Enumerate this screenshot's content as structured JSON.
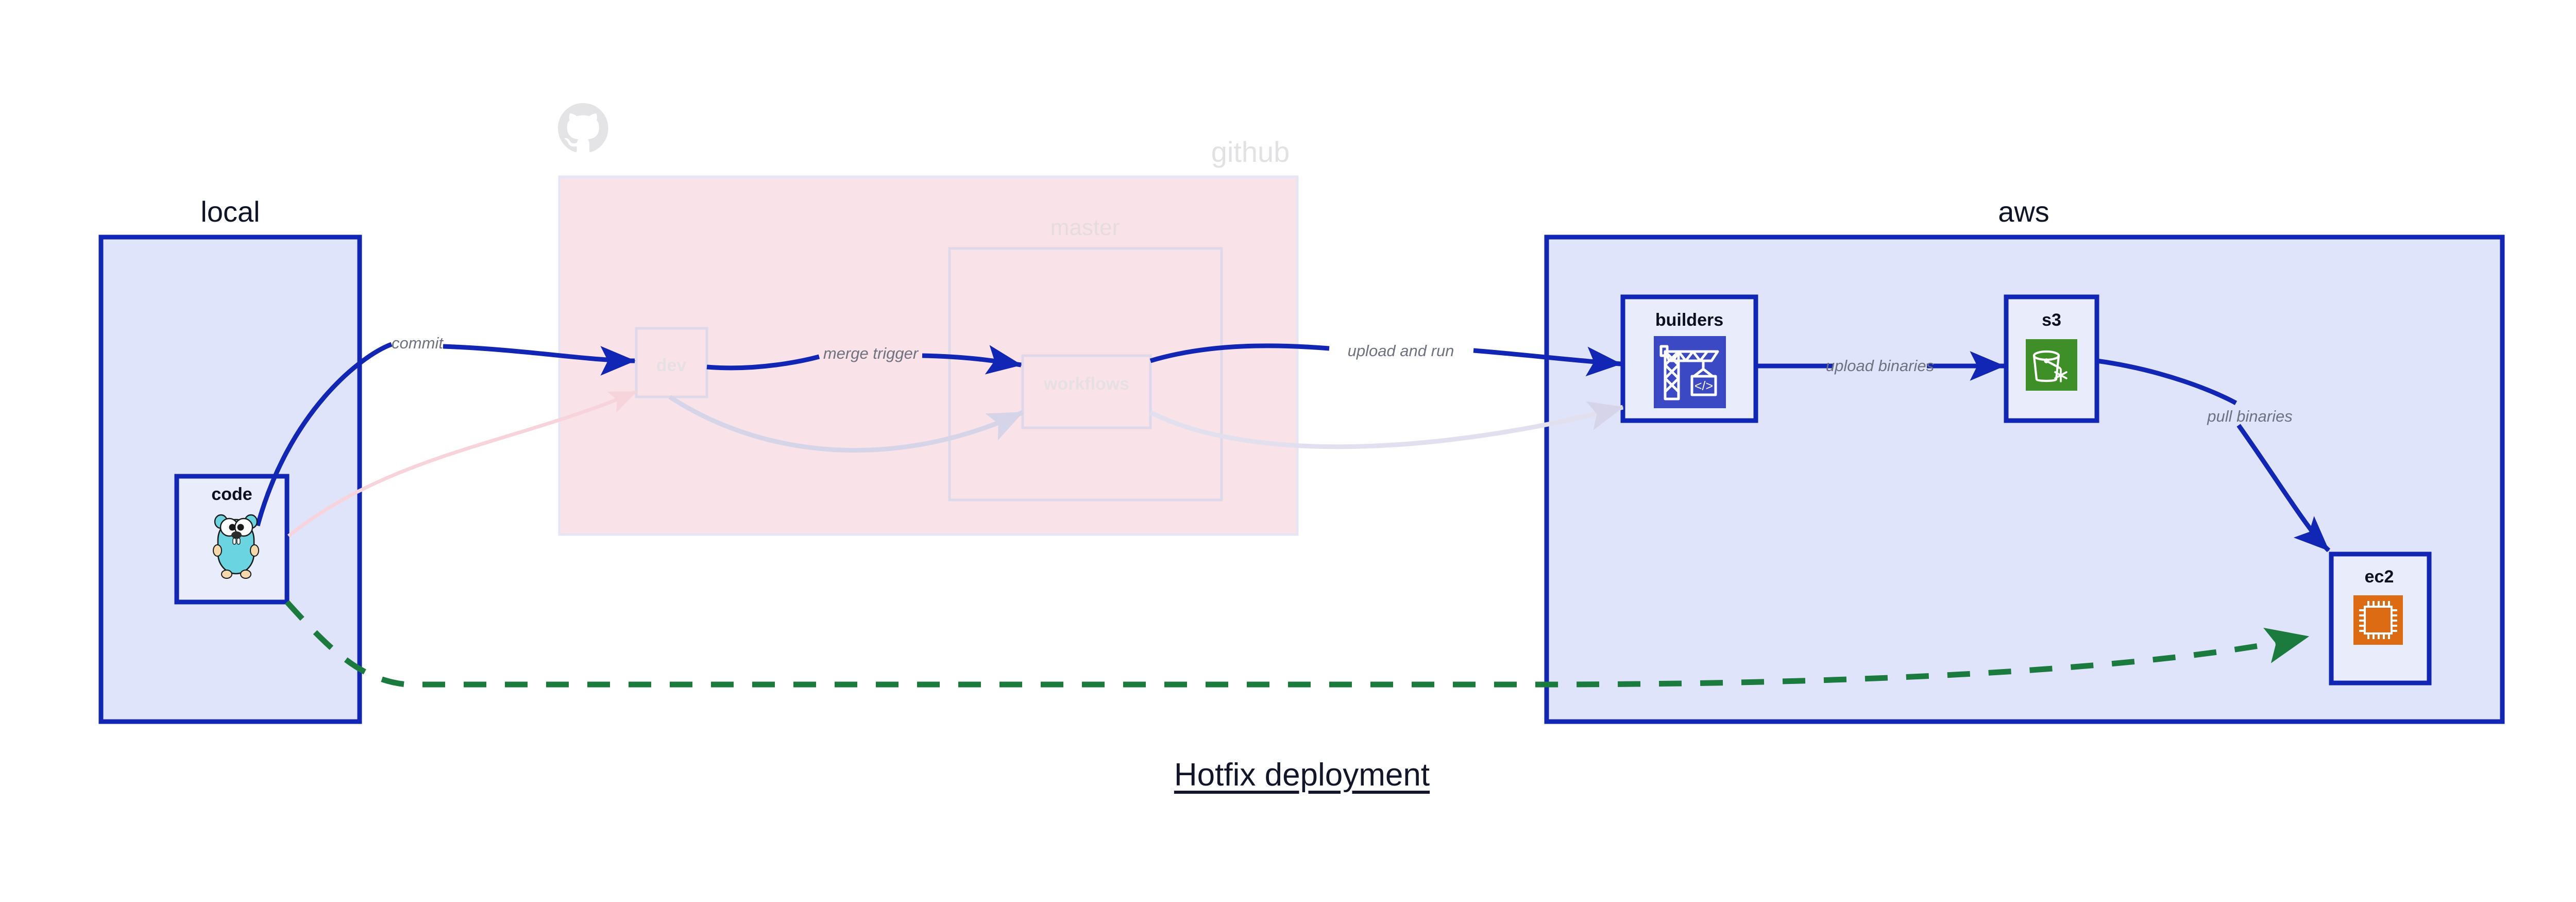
{
  "title": "Hotfix deployment",
  "colors": {
    "blue_border": "#1226b5",
    "blue_fill": "#dfe4fa",
    "node_fill": "#e9edfb",
    "pink_fill": "#f9e3e8",
    "green_dash": "#1b7a3d",
    "aws_orange": "#dd6b14",
    "s3_green": "#3f8f29",
    "builder_indigo": "#3b49c4",
    "gopher_cyan": "#6ad5e0",
    "label_gray": "#6e7280",
    "faded_gray": "#e2e2e4"
  },
  "groups": [
    {
      "id": "local",
      "label": "local",
      "faded": false
    },
    {
      "id": "github",
      "label": "github",
      "faded": true
    },
    {
      "id": "aws",
      "label": "aws",
      "faded": false
    }
  ],
  "subgroups": [
    {
      "id": "master",
      "label": "master",
      "parent": "github"
    }
  ],
  "nodes": [
    {
      "id": "code",
      "label": "code",
      "icon": "go-gopher-icon",
      "group": "local",
      "faded": false
    },
    {
      "id": "dev",
      "label": "dev",
      "icon": "none",
      "group": "github",
      "faded": true
    },
    {
      "id": "workflows",
      "label": "workflows",
      "icon": "none",
      "group": "master",
      "faded": true
    },
    {
      "id": "builders",
      "label": "builders",
      "icon": "aws-builder-icon",
      "group": "aws",
      "faded": false
    },
    {
      "id": "s3",
      "label": "s3",
      "icon": "aws-s3-icon",
      "group": "aws",
      "faded": false
    },
    {
      "id": "ec2",
      "label": "ec2",
      "icon": "aws-ec2-icon",
      "group": "aws",
      "faded": false
    }
  ],
  "edges": [
    {
      "id": "e1",
      "from": "code",
      "to": "dev",
      "label": "commit",
      "style": "solid",
      "color": "blue"
    },
    {
      "id": "e2",
      "from": "dev",
      "to": "workflows",
      "label": "merge trigger",
      "style": "solid",
      "color": "blue"
    },
    {
      "id": "e3",
      "from": "workflows",
      "to": "builders",
      "label": "upload and run",
      "style": "solid",
      "color": "blue"
    },
    {
      "id": "e4",
      "from": "builders",
      "to": "s3",
      "label": "upload binaries",
      "style": "solid",
      "color": "blue"
    },
    {
      "id": "e5",
      "from": "s3",
      "to": "ec2",
      "label": "pull binaries",
      "style": "solid",
      "color": "blue"
    },
    {
      "id": "e6",
      "from": "code",
      "to": "ec2",
      "label": "",
      "style": "dashed",
      "color": "green"
    }
  ],
  "icons": {
    "github_logo": "github-octocat-icon",
    "code_node": "go-gopher-icon",
    "builders_node": "aws-builder-crane-icon",
    "s3_node": "aws-s3-bucket-icon",
    "ec2_node": "aws-ec2-cpu-icon"
  }
}
